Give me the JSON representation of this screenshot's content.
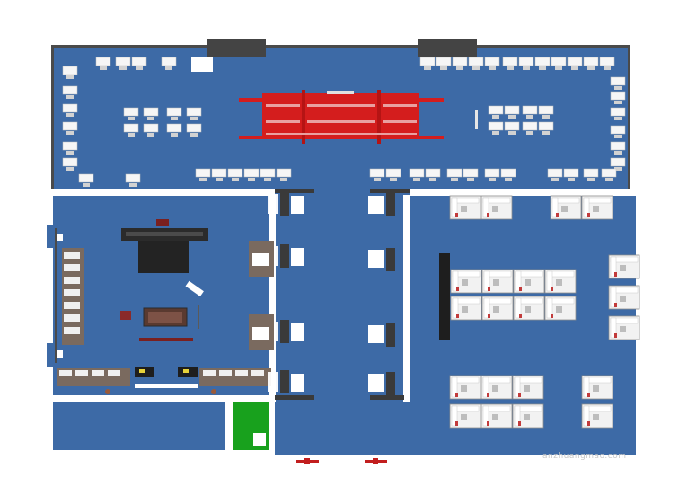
{
  "floor_plan": {
    "colors": {
      "floor": "#3d6aa6",
      "floor_dark": "#355f97",
      "wall": "#4a4a4a",
      "wall_light": "#ffffff",
      "desk": "#f4f4f4",
      "chair": "#d7d7d7",
      "accent_red": "#d41d1d",
      "green_room": "#18a11d",
      "furniture_dark": "#2b2b2b",
      "wood": "#8a6b52"
    },
    "zones": [
      "top-open-office",
      "red-feature-table",
      "left-meeting-room",
      "central-corridor",
      "right-cubicle-area",
      "bottom-left-room",
      "green-room"
    ],
    "watermark": "anzhuangmao.com"
  }
}
